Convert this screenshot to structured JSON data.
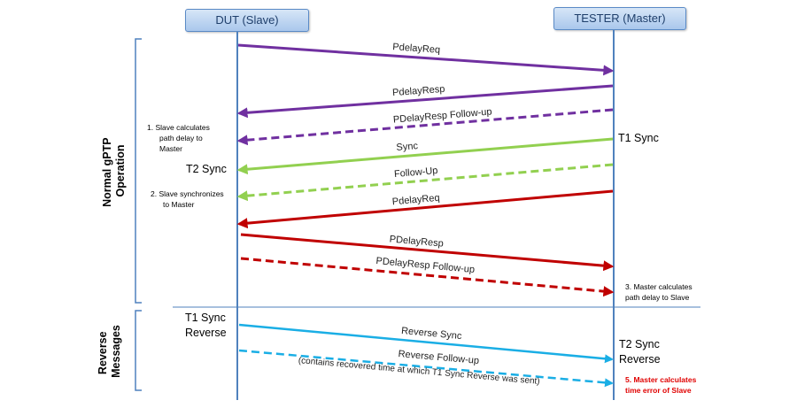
{
  "participants": {
    "slave": "DUT (Slave)",
    "master": "TESTER (Master)"
  },
  "sections": {
    "normal": [
      "Normal gPTP",
      "Operation"
    ],
    "reverse": [
      "Reverse",
      "Messages"
    ]
  },
  "messages": [
    {
      "label": "PdelayReq",
      "from": "slave",
      "to": "master",
      "style": "solid",
      "color": "#7030a0"
    },
    {
      "label": "PdelayResp",
      "from": "master",
      "to": "slave",
      "style": "solid",
      "color": "#7030a0"
    },
    {
      "label": "PDelayResp Follow-up",
      "from": "master",
      "to": "slave",
      "style": "dashed",
      "color": "#7030a0"
    },
    {
      "label": "Sync",
      "from": "master",
      "to": "slave",
      "style": "solid",
      "color": "#92d050"
    },
    {
      "label": "Follow-Up",
      "from": "master",
      "to": "slave",
      "style": "dashed",
      "color": "#92d050"
    },
    {
      "label": "PdelayReq",
      "from": "master",
      "to": "slave",
      "style": "solid",
      "color": "#c00000"
    },
    {
      "label": "PDelayResp",
      "from": "slave",
      "to": "master",
      "style": "solid",
      "color": "#c00000"
    },
    {
      "label": "PDelayResp Follow-up",
      "from": "slave",
      "to": "master",
      "style": "dashed",
      "color": "#c00000"
    },
    {
      "label": "Reverse Sync",
      "from": "slave",
      "to": "master",
      "style": "solid",
      "color": "#1aaee5"
    },
    {
      "label": "Reverse Follow-up",
      "from": "slave",
      "to": "master",
      "style": "dashed",
      "color": "#1aaee5"
    }
  ],
  "reverse_note": "(contains recovered time at which T1 Sync Reverse was sent)",
  "labels": {
    "t1_sync": "T1 Sync",
    "t2_sync": "T2 Sync",
    "t1_sync_reverse": [
      "T1 Sync",
      "Reverse"
    ],
    "t2_sync_reverse": [
      "T2 Sync",
      "Reverse"
    ]
  },
  "notes": {
    "n1": [
      "1.  Slave calculates",
      "path delay to",
      "Master"
    ],
    "n2": [
      "2.  Slave synchronizes",
      "to Master"
    ],
    "n3": [
      "3.  Master calculates",
      "path delay to Slave"
    ],
    "n5": [
      "5. Master calculates",
      "time error of Slave"
    ]
  },
  "colors": {
    "lifeline": "#4f81bd",
    "brace": "#4f81bd",
    "note5": "#e00000"
  }
}
